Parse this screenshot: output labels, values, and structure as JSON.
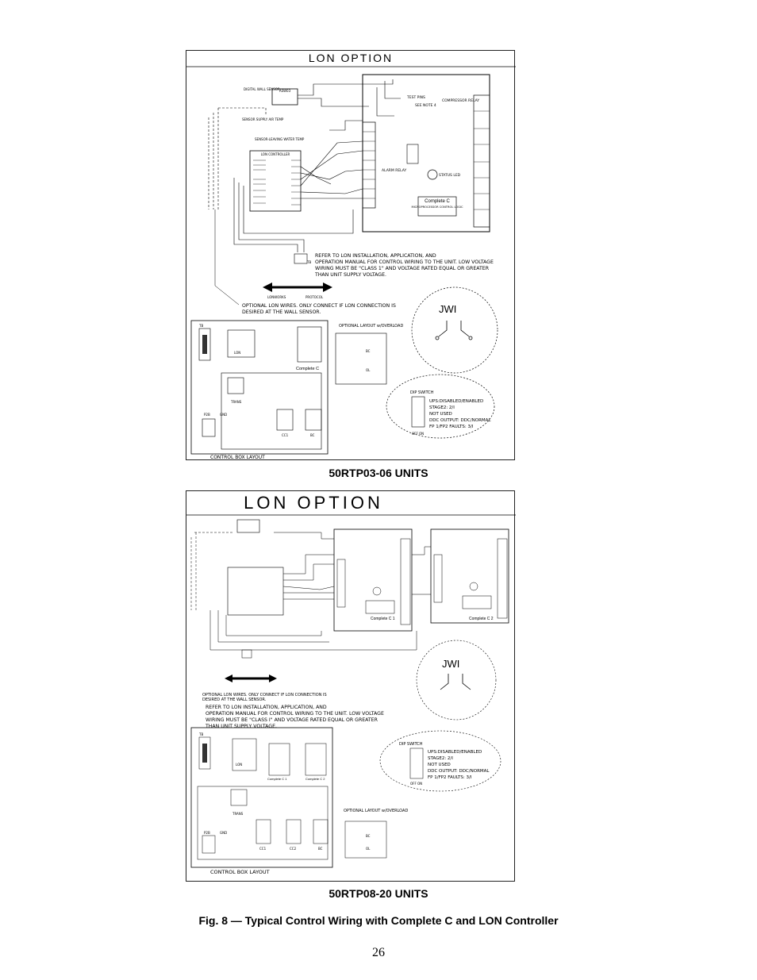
{
  "panel1": {
    "title": "LON OPTION",
    "labels": {
      "digital_wall_sensor": "DIGITAL WALL SENSOR",
      "sensor_part": "ASW03",
      "sensor_supply": "SENSOR SUPPLY AIR TEMP",
      "sensor_leaving": "SENSOR-LEAVING WATER TEMP",
      "lon_controller": "LON CONTROLLER",
      "test_pins": "TEST PINS",
      "see_note": "SEE NOTE 4",
      "compressor_relay": "COMPRESSOR RELAY",
      "alarm_relay": "ALARM RELAY",
      "status_led": "STATUS LED",
      "complete_c_micro": "Complete C",
      "microprocessor": "MICROPROCESSOR CONTROL LOGIC",
      "lonworks": "LONWORKS",
      "protocol": "PROTOCOL",
      "tb": "TB",
      "jwi": "JWI",
      "optional_layout": "OPTIONAL LAYOUT w/OVERLOAD",
      "complete_c_box": "Complete C",
      "trans": "TRANS",
      "p2b": "P2B",
      "gnd": "GND",
      "cc1": "CC1",
      "bc": "BC",
      "ol": "OL",
      "lon": "LON",
      "control_box_layout": "CONTROL BOX LAYOUT",
      "dip_switch": "DIP SWITCH",
      "off_on": "OFF ON"
    },
    "note": [
      "REFER TO LON INSTALLATION, APPLICATION, AND",
      "OPERATION MANUAL FOR CONTROL WIRING TO THE UNIT. LOW VOLTAGE",
      "WIRING MUST BE \"CLASS 1\" AND VOLTAGE RATED EQUAL OR GREATER",
      "THAN UNIT SUPPLY VOLTAGE."
    ],
    "optional_wires": [
      "OPTIONAL LON WIRES. ONLY CONNECT IF LON CONNECTION IS",
      "DESIRED AT THE WALL SENSOR."
    ],
    "dip_items": [
      "UPS:DISABLED/ENABLED",
      "STAGE2: 2/I",
      "NOT USED",
      "DDC OUTPUT: DDC/NORMAL",
      "FP 1/FP2 FAULTS: 3/I"
    ]
  },
  "panel2": {
    "title": "LON OPTION",
    "labels": {
      "complete_c1": "Complete C 1",
      "complete_c2": "Complete C 2",
      "jwi": "JWI",
      "tb": "TB",
      "lon": "LON",
      "trans": "TRANS",
      "p2b": "P2B",
      "gnd": "GND",
      "cc1": "CC1",
      "cc2": "CC2",
      "bc": "BC",
      "ol": "OL",
      "optional_layout": "OPTIONAL LAYOUT w/OVERLOAD",
      "control_box_layout": "CONTROL BOX LAYOUT",
      "dip_switch": "DIP SWITCH",
      "off_on": "OFF ON"
    },
    "optional_wires": [
      "OPTIONAL LON WIRES. ONLY CONNECT IF LON CONNECTION IS",
      "DESIRED AT THE WALL SENSOR."
    ],
    "note": [
      "REFER TO LON INSTALLATION, APPLICATION, AND",
      "OPERATION MANUAL FOR CONTROL WIRING TO THE UNIT. LOW VOLTAGE",
      "WIRING MUST BE \"CLASS I\" AND VOLTAGE RATED EQUAL OR GREATER",
      "THAN UNIT SUPPLY VOLTAGE."
    ],
    "dip_items": [
      "UPS:DISABLED/ENABLED",
      "STAGE2: 2/I",
      "NOT USED",
      "DDC OUTPUT: DDC/NORMAL",
      "FP 1/FP2 FAULTS: 3/I"
    ]
  },
  "captions": {
    "units1": "50RTP03-06 UNITS",
    "units2": "50RTP08-20 UNITS",
    "figure": "Fig. 8 — Typical Control Wiring with Complete C and LON Controller",
    "page": "26"
  }
}
